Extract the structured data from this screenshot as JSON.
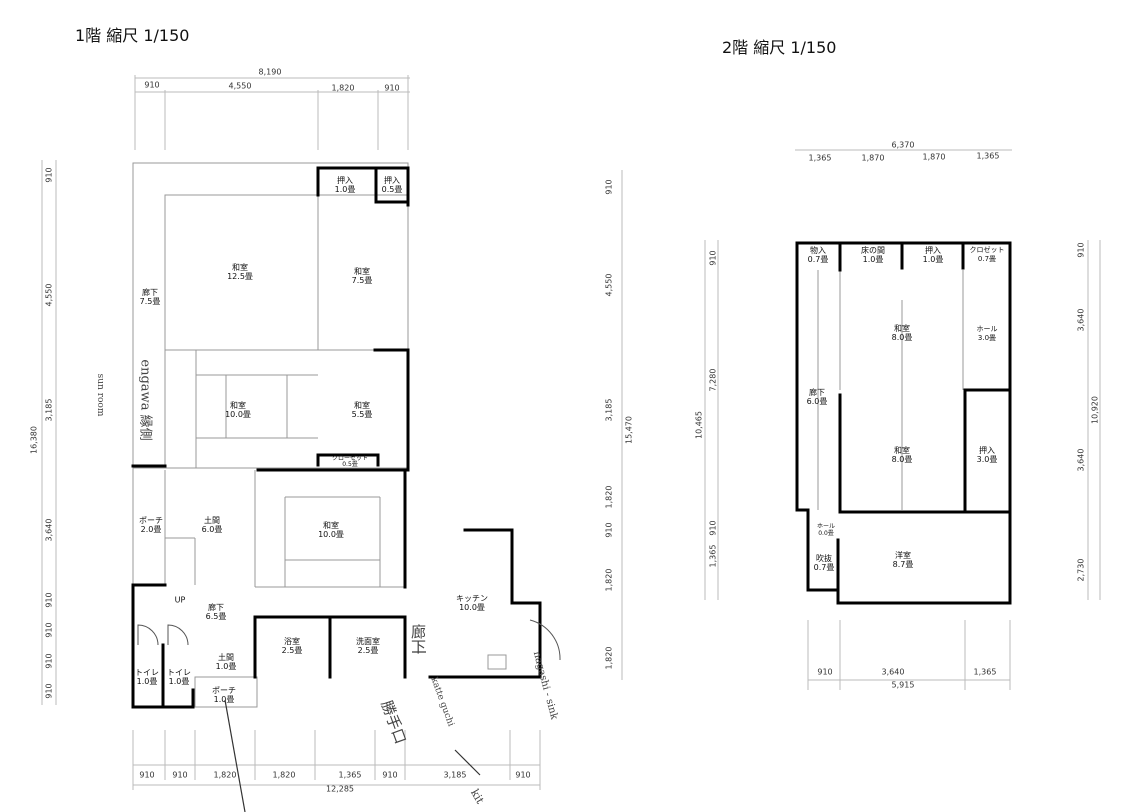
{
  "floor1": {
    "title": "1階 縮尺 1/150",
    "dims_top": [
      "8,190",
      "910",
      "4,550",
      "1,820",
      "910"
    ],
    "dims_left": [
      "910",
      "4,550",
      "3,185",
      "16,380",
      "3,640",
      "910",
      "910",
      "910",
      "910"
    ],
    "dims_mid": [
      "910",
      "4,550",
      "3,185",
      "15,470",
      "1,820",
      "910",
      "1,820",
      "1,820"
    ],
    "dims_bottom": [
      "910",
      "910",
      "1,820",
      "1,820",
      "1,365",
      "910",
      "3,185",
      "910",
      "12,285"
    ],
    "rooms": [
      {
        "name": "押入",
        "area": "1.0畳"
      },
      {
        "name": "押入",
        "area": "0.5畳"
      },
      {
        "name": "和室",
        "area": "12.5畳"
      },
      {
        "name": "和室",
        "area": "7.5畳"
      },
      {
        "name": "廊下",
        "area": "7.5畳"
      },
      {
        "name": "和室",
        "area": "10.0畳"
      },
      {
        "name": "和室",
        "area": "5.5畳"
      },
      {
        "name": "クローゼット",
        "area": "0.5畳"
      },
      {
        "name": "ポーチ",
        "area": "2.0畳"
      },
      {
        "name": "土間",
        "area": "6.0畳"
      },
      {
        "name": "和室",
        "area": "10.0畳"
      },
      {
        "name": "キッチン",
        "area": "10.0畳"
      },
      {
        "name": "廊下",
        "area": "6.5畳"
      },
      {
        "name": "浴室",
        "area": "2.5畳"
      },
      {
        "name": "洗面室",
        "area": "2.5畳"
      },
      {
        "name": "土間",
        "area": "1.0畳"
      },
      {
        "name": "トイレ",
        "area": "1.0畳"
      },
      {
        "name": "トイレ",
        "area": "1.0畳"
      },
      {
        "name": "ポーチ",
        "area": "1.0畳"
      }
    ],
    "up_label": "UP"
  },
  "floor2": {
    "title": "2階 縮尺 1/150",
    "dims_top": [
      "6,370",
      "1,365",
      "1,870",
      "1,870",
      "1,365"
    ],
    "dims_left": [
      "910",
      "7,280",
      "10,465",
      "910",
      "1,365"
    ],
    "dims_right": [
      "910",
      "3,640",
      "10,920",
      "3,640",
      "2,730"
    ],
    "dims_bottom": [
      "910",
      "3,640",
      "1,365",
      "5,915"
    ],
    "rooms": [
      {
        "name": "物入",
        "area": "0.7畳"
      },
      {
        "name": "床の間",
        "area": "1.0畳"
      },
      {
        "name": "押入",
        "area": "1.0畳"
      },
      {
        "name": "クロゼット",
        "area": "0.7畳"
      },
      {
        "name": "和室",
        "area": "8.0畳"
      },
      {
        "name": "ホール",
        "area": "3.0畳"
      },
      {
        "name": "廊下",
        "area": "6.0畳"
      },
      {
        "name": "和室",
        "area": "8.0畳"
      },
      {
        "name": "押入",
        "area": "3.0畳"
      },
      {
        "name": "ホール",
        "area": "0.0畳"
      },
      {
        "name": "吹抜",
        "area": "0.7畳"
      },
      {
        "name": "洋室",
        "area": "8.7畳"
      }
    ]
  },
  "annotations": {
    "engawa": "engawa 縁側",
    "sunroom": "sun room",
    "rouka": "廊下",
    "katteguchi_romaji": "katte guchi",
    "katteguchi": "勝手口",
    "nagashi": "nagashi - sink",
    "kit": "kit"
  }
}
